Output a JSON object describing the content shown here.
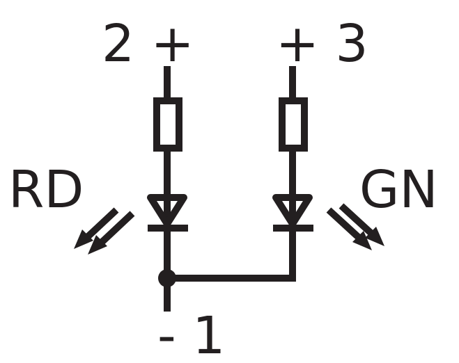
{
  "labels": {
    "pin2": "2 +",
    "pin3": "+ 3",
    "pin1": "- 1",
    "red": "RD",
    "green": "GN"
  },
  "colors": {
    "ink": "#231f20",
    "background": "#ffffff"
  }
}
